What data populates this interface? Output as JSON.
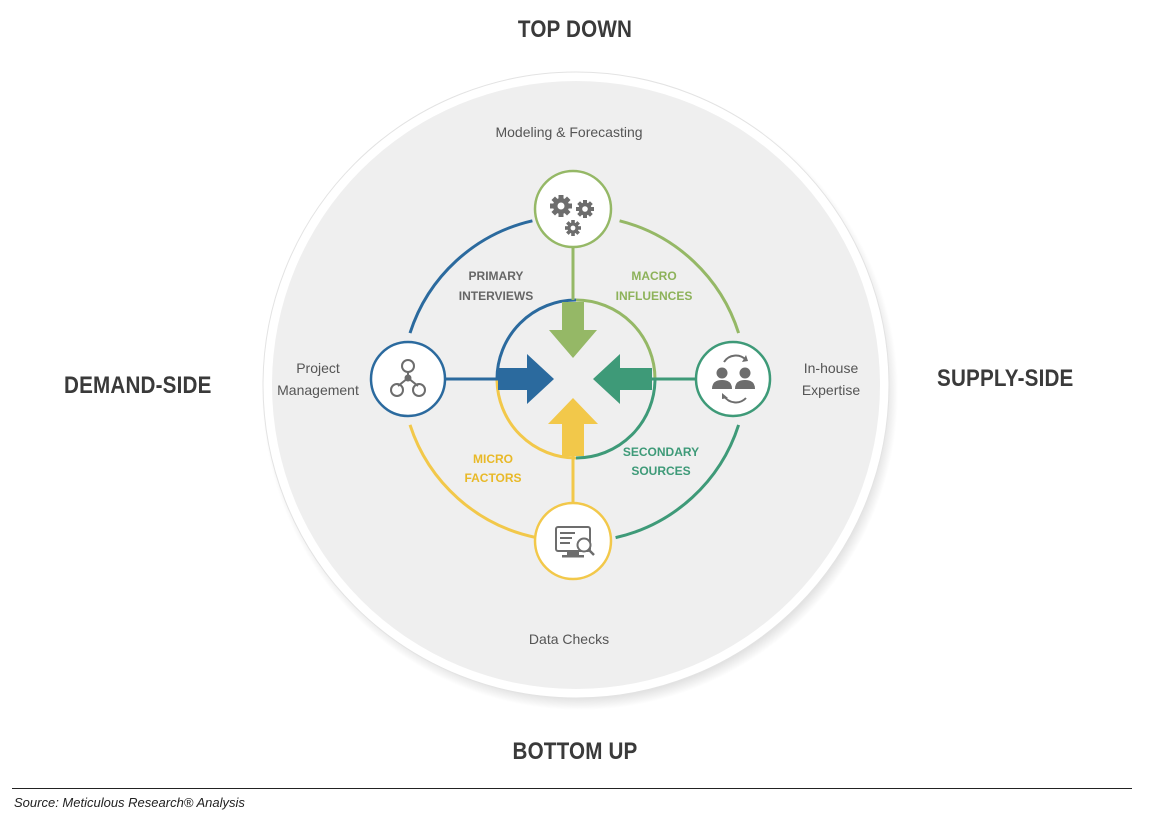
{
  "outer_labels": {
    "top": "TOP DOWN",
    "bottom": "BOTTOM UP",
    "left": "DEMAND-SIDE",
    "right": "SUPPLY-SIDE"
  },
  "nodes": {
    "top": {
      "label": "Modeling & Forecasting",
      "icon": "gears-icon",
      "color": "#95b866"
    },
    "left": {
      "label_line1": "Project",
      "label_line2": "Management",
      "icon": "network-icon",
      "color": "#2b6a9e"
    },
    "right": {
      "label_line1": "In-house",
      "label_line2": "Expertise",
      "icon": "people-exchange-icon",
      "color": "#3e9a78"
    },
    "bottom": {
      "label": "Data Checks",
      "icon": "monitor-search-icon",
      "color": "#f2c84a"
    }
  },
  "quadrants": {
    "top_left": {
      "line1": "PRIMARY",
      "line2": "INTERVIEWS",
      "color": "#666666"
    },
    "top_right": {
      "line1": "MACRO",
      "line2": "INFLUENCES",
      "color": "#8db25a"
    },
    "bottom_left": {
      "line1": "MICRO",
      "line2": "FACTORS",
      "color": "#e8b928"
    },
    "bottom_right": {
      "line1": "SECONDARY",
      "line2": "SOURCES",
      "color": "#3e9a78"
    }
  },
  "source": "Source: Meticulous Research® Analysis"
}
